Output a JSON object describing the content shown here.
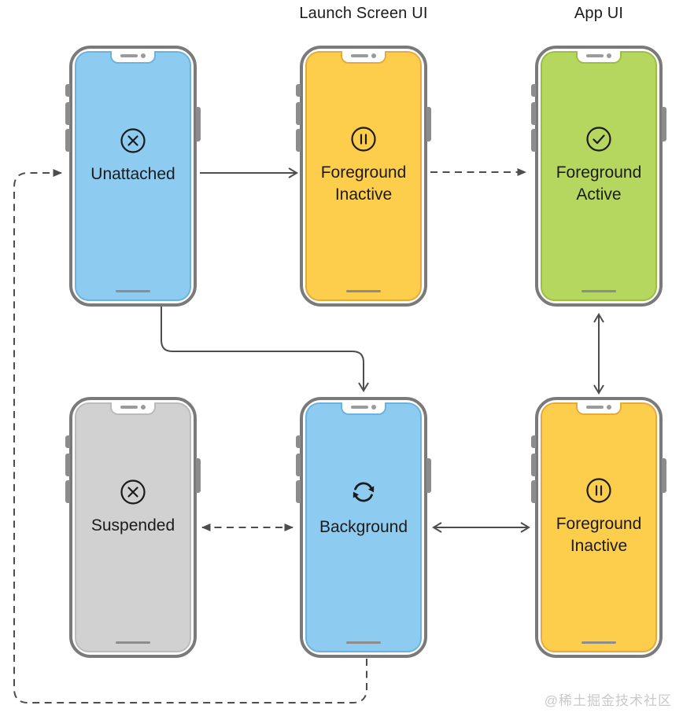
{
  "headers": {
    "launch_screen": "Launch Screen UI",
    "app_ui": "App UI"
  },
  "phones": [
    {
      "state": "Unattached",
      "icon": "x-circle-icon",
      "color": "blue"
    },
    {
      "state": "Foreground Inactive",
      "icon": "pause-circle-icon",
      "color": "yellow"
    },
    {
      "state": "Foreground Active",
      "icon": "check-circle-icon",
      "color": "green"
    },
    {
      "state": "Suspended",
      "icon": "x-circle-icon",
      "color": "gray"
    },
    {
      "state": "Background",
      "icon": "sync-cycle-icon",
      "color": "blue"
    },
    {
      "state": "Foreground Inactive",
      "icon": "pause-circle-icon",
      "color": "yellow"
    }
  ],
  "transitions": [
    {
      "from": "Unattached",
      "to": "Foreground Inactive (top)",
      "style": "solid",
      "bidirectional": false
    },
    {
      "from": "Foreground Inactive (top)",
      "to": "Foreground Active",
      "style": "dashed",
      "bidirectional": false
    },
    {
      "from": "Unattached",
      "to": "Background",
      "style": "solid",
      "bidirectional": false
    },
    {
      "from": "Foreground Active",
      "to": "Foreground Inactive (bottom)",
      "style": "solid",
      "bidirectional": true
    },
    {
      "from": "Suspended",
      "to": "Background",
      "style": "dashed",
      "bidirectional": true
    },
    {
      "from": "Background",
      "to": "Foreground Inactive (bottom)",
      "style": "solid",
      "bidirectional": true
    },
    {
      "from": "Background",
      "to": "Unattached",
      "style": "dashed",
      "bidirectional": false
    }
  ],
  "colors": {
    "screens": {
      "blue": {
        "fill": "#8DCCF0",
        "edge": "#6CB2DE"
      },
      "yellow": {
        "fill": "#FDCE4C",
        "edge": "#E8A93C"
      },
      "green": {
        "fill": "#B6D75F",
        "edge": "#9ABF41"
      },
      "gray": {
        "fill": "#D1D1D1",
        "edge": "#BBBBBB"
      }
    },
    "frame": "#7A7A7A",
    "arrow": "#4D4D4D",
    "text": "#1B1B1B"
  },
  "watermark": "@稀土掘金技术社区"
}
